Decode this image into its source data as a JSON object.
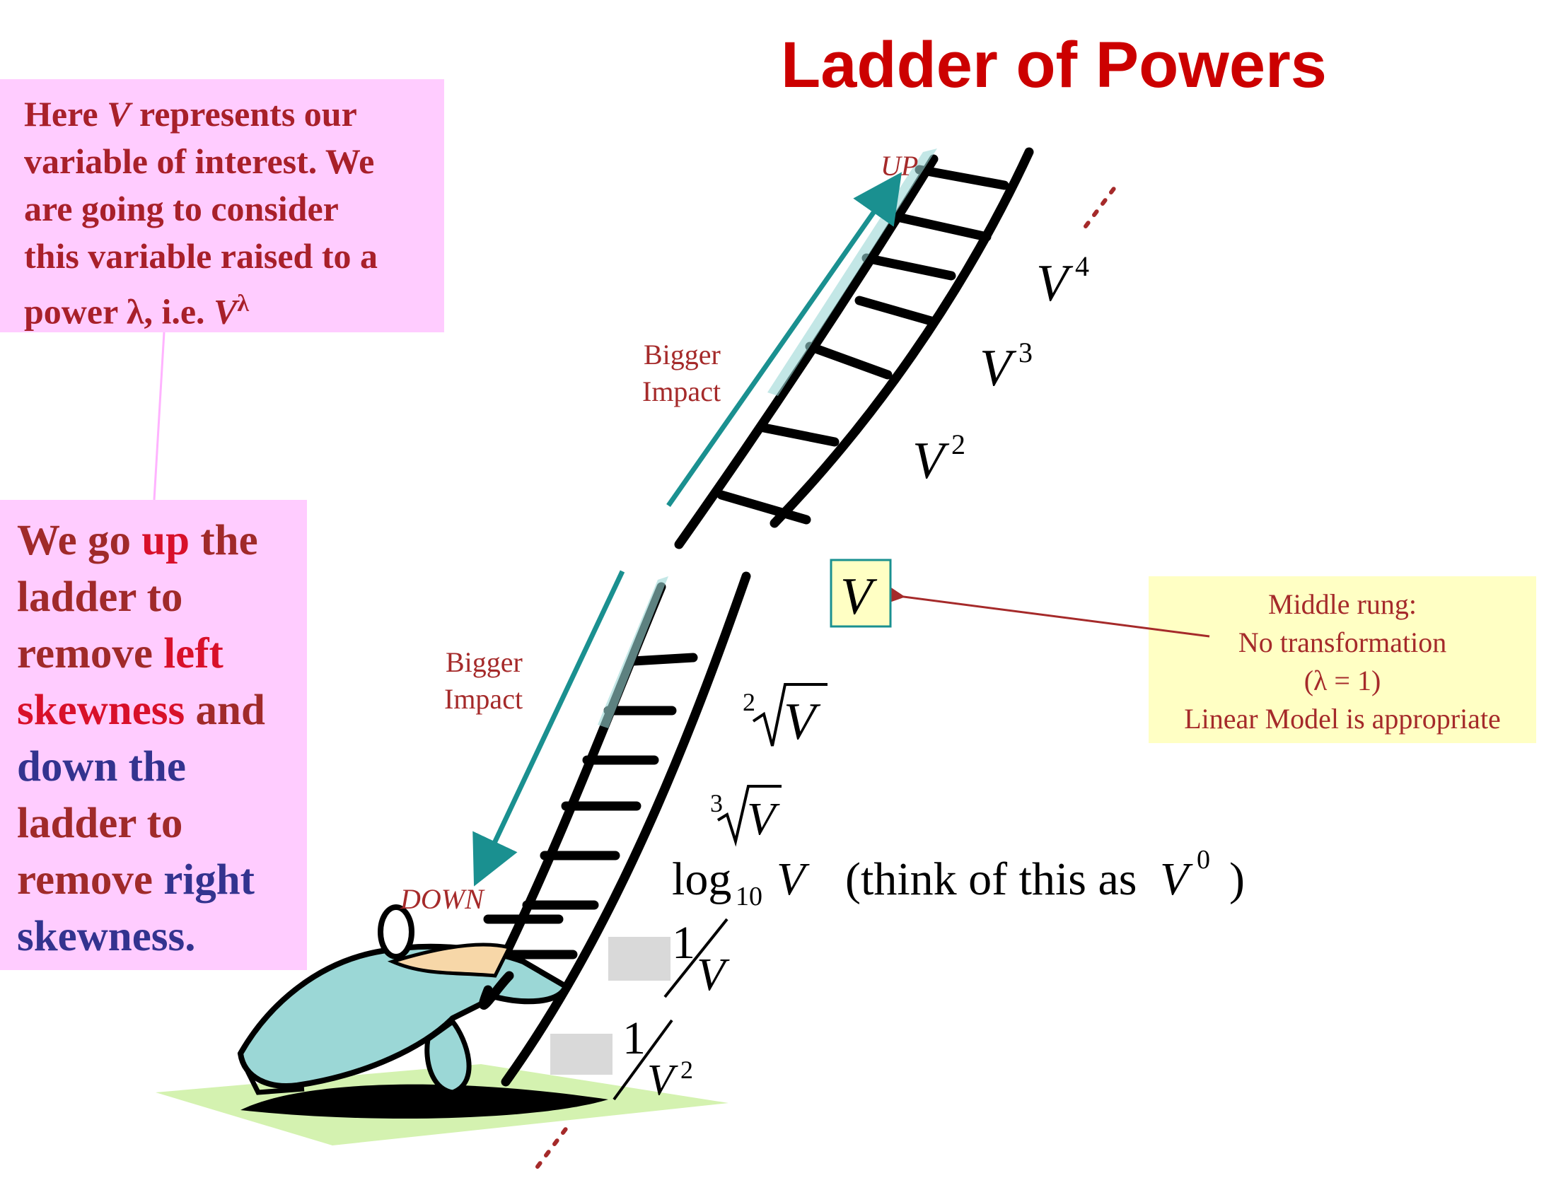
{
  "title": "Ladder of Powers",
  "intro_box": {
    "line1_a": "Here ",
    "line1_var": "V",
    "line1_b": " represents our",
    "line2": "variable of interest.  We",
    "line3": "are going to consider",
    "line4": "this variable raised to a",
    "line5_a": "power λ, i.e. ",
    "line5_var": "V",
    "line5_sup": "λ"
  },
  "rule_box": {
    "l1_a": "We go ",
    "l1_b": "up",
    "l1_c": " the",
    "l2": "ladder to",
    "l3_a": "remove ",
    "l3_b": "left",
    "l4_a": "skewness",
    "l4_b": " and",
    "l5": "down the",
    "l6": "ladder to",
    "l7_a": "remove ",
    "l7_b": "right",
    "l8": "skewness."
  },
  "middle_box": {
    "line1": "Middle rung:",
    "line2": "No transformation",
    "line3": "(λ = 1)",
    "line4": "Linear Model is appropriate"
  },
  "labels": {
    "up": "UP",
    "down": "DOWN",
    "bigger_top_1": "Bigger",
    "bigger_top_2": "Impact",
    "bigger_bottom_1": "Bigger",
    "bigger_bottom_2": "Impact",
    "ellipsis": "...."
  },
  "powers": {
    "var": "V",
    "p4": "4",
    "p3": "3",
    "p2": "2",
    "root2_index": "2",
    "root3_index": "3",
    "log_base": "log",
    "log_sub": "10",
    "think_a": "(think of this as ",
    "think_sup": "0",
    "think_b": ")",
    "one": "1",
    "inv_sq_exp": "2"
  },
  "colors": {
    "title": "#cc0000",
    "pink_box": "#ffccff",
    "yellow_box": "#ffffc4",
    "teal_arrow": "#1a9090",
    "label_red": "#a52a2a",
    "figure_blue": "#9bd7d6",
    "ground_green": "#d4f2b0",
    "ladder": "#000000"
  }
}
